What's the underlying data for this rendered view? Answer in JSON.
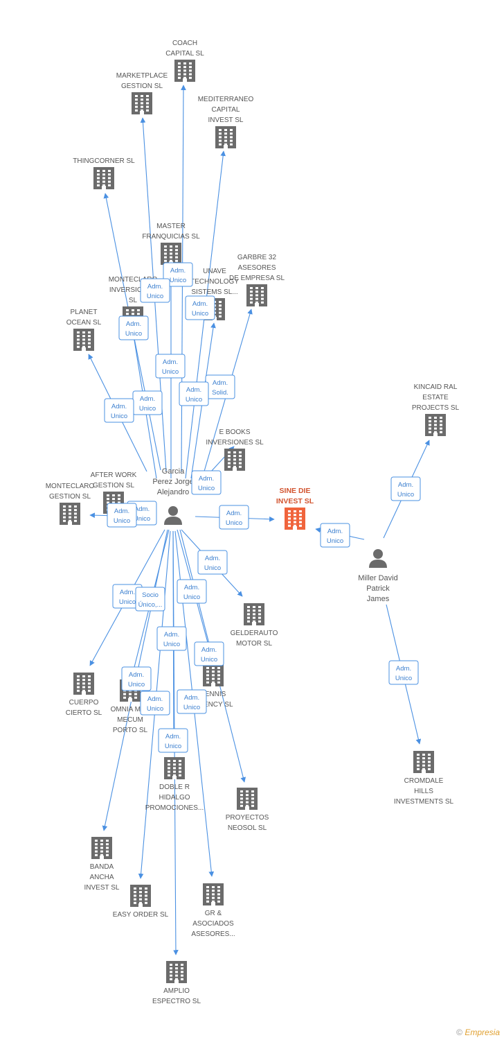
{
  "companies": [
    {
      "id": "coach",
      "lines": [
        "COACH",
        "CAPITAL  SL"
      ]
    },
    {
      "id": "marketplace",
      "lines": [
        "MARKETPLACE",
        "GESTION SL"
      ]
    },
    {
      "id": "mediterraneo",
      "lines": [
        "MEDITERRANEO",
        "CAPITAL",
        "INVEST  SL"
      ]
    },
    {
      "id": "thingcorner",
      "lines": [
        "THINGCORNER SL"
      ]
    },
    {
      "id": "master",
      "lines": [
        "MASTER",
        "FRANQUICIAS SL"
      ]
    },
    {
      "id": "garbre",
      "lines": [
        "GARBRE 32",
        "ASESORES",
        "DE EMPRESA  SL"
      ]
    },
    {
      "id": "unave",
      "lines": [
        "UNAVE",
        "TECHNOLOGY",
        "SISTEMS SL..."
      ]
    },
    {
      "id": "monteclaro_inv",
      "lines": [
        "MONTECLARO",
        "INVERSIONES",
        "SL"
      ]
    },
    {
      "id": "planet",
      "lines": [
        "PLANET",
        "OCEAN SL"
      ]
    },
    {
      "id": "kincaid",
      "lines": [
        "KINCAID RAL",
        "ESTATE",
        "PROJECTS SL"
      ]
    },
    {
      "id": "ebooks",
      "lines": [
        "E BOOKS",
        "INVERSIONES SL"
      ]
    },
    {
      "id": "afterwork",
      "lines": [
        "AFTER WORK",
        "GESTION SL"
      ]
    },
    {
      "id": "monteclaro_gest",
      "lines": [
        "MONTECLARO",
        "GESTION  SL"
      ]
    },
    {
      "id": "sinedie",
      "lines": [
        "SINE DIE",
        "INVEST SL"
      ],
      "highlight": true
    },
    {
      "id": "gelderauto",
      "lines": [
        "GELDERAUTO",
        "MOTOR SL"
      ]
    },
    {
      "id": "tennis",
      "lines": [
        "TENNIS",
        "AGENCY  SL"
      ]
    },
    {
      "id": "cuerpo",
      "lines": [
        "CUERPO",
        "CIERTO SL"
      ]
    },
    {
      "id": "omnia",
      "lines": [
        "OMNIA MEA",
        "MECUM",
        "PORTO SL"
      ]
    },
    {
      "id": "doble",
      "lines": [
        "DOBLE R",
        "HIDALGO",
        "PROMOCIONES..."
      ]
    },
    {
      "id": "proyectos",
      "lines": [
        "PROYECTOS",
        "NEOSOL  SL"
      ]
    },
    {
      "id": "cromdale",
      "lines": [
        "CROMDALE",
        "HILLS",
        "INVESTMENTS SL"
      ]
    },
    {
      "id": "banda",
      "lines": [
        "BANDA",
        "ANCHA",
        "INVEST SL"
      ]
    },
    {
      "id": "easyorder",
      "lines": [
        "EASY ORDER SL"
      ]
    },
    {
      "id": "gr",
      "lines": [
        "GR &",
        "ASOCIADOS",
        "ASESORES..."
      ]
    },
    {
      "id": "amplio",
      "lines": [
        "AMPLIO",
        "ESPECTRO  SL"
      ]
    }
  ],
  "persons": [
    {
      "id": "garcia",
      "lines": [
        "Garcia",
        "Perez Jorge",
        "Alejandro"
      ]
    },
    {
      "id": "miller",
      "lines": [
        "Miller David",
        "Patrick",
        "James"
      ]
    }
  ],
  "edges": [
    {
      "from": "garcia",
      "to": "coach",
      "label": [
        "Adm.",
        "Unico"
      ]
    },
    {
      "from": "garcia",
      "to": "marketplace",
      "label": [
        "Adm.",
        "Unico"
      ]
    },
    {
      "from": "garcia",
      "to": "mediterraneo",
      "label": [
        "Adm.",
        "Unico"
      ]
    },
    {
      "from": "garcia",
      "to": "thingcorner",
      "label": [
        "Adm.",
        "Unico"
      ]
    },
    {
      "from": "garcia",
      "to": "master",
      "label": [
        "Adm.",
        "Unico"
      ]
    },
    {
      "from": "garcia",
      "to": "garbre",
      "label": [
        "Adm.",
        "Solid."
      ]
    },
    {
      "from": "garcia",
      "to": "unave",
      "label": [
        "Adm.",
        "Unico"
      ]
    },
    {
      "from": "garcia",
      "to": "monteclaro_inv",
      "label": [
        "Adm.",
        "Unico"
      ]
    },
    {
      "from": "garcia",
      "to": "planet",
      "label": [
        "Adm.",
        "Unico"
      ]
    },
    {
      "from": "garcia",
      "to": "ebooks",
      "label": [
        "Adm.",
        "Unico"
      ]
    },
    {
      "from": "garcia",
      "to": "afterwork",
      "label": [
        "Adm.",
        "Unico"
      ]
    },
    {
      "from": "garcia",
      "to": "monteclaro_gest",
      "label": [
        "Adm.",
        "Unico"
      ]
    },
    {
      "from": "garcia",
      "to": "sinedie",
      "label": [
        "Adm.",
        "Unico"
      ]
    },
    {
      "from": "garcia",
      "to": "gelderauto",
      "label": [
        "Adm.",
        "Unico"
      ]
    },
    {
      "from": "garcia",
      "to": "tennis",
      "label": [
        "Adm.",
        "Unico"
      ]
    },
    {
      "from": "garcia",
      "to": "cuerpo",
      "label": [
        "Adm.",
        "Unico"
      ]
    },
    {
      "from": "garcia",
      "to": "omnia",
      "label": [
        "Socio",
        "Único,..."
      ]
    },
    {
      "from": "garcia",
      "to": "doble",
      "label": [
        "Adm.",
        "Unico"
      ]
    },
    {
      "from": "garcia",
      "to": "proyectos",
      "label": [
        "Adm.",
        "Unico"
      ]
    },
    {
      "from": "garcia",
      "to": "banda",
      "label": [
        "Adm.",
        "Unico"
      ]
    },
    {
      "from": "garcia",
      "to": "easyorder",
      "label": [
        "Adm.",
        "Unico"
      ]
    },
    {
      "from": "garcia",
      "to": "gr",
      "label": [
        "Adm.",
        "Unico"
      ]
    },
    {
      "from": "garcia",
      "to": "amplio",
      "label": [
        "Adm.",
        "Unico"
      ]
    },
    {
      "from": "miller",
      "to": "kincaid",
      "label": [
        "Adm.",
        "Unico"
      ]
    },
    {
      "from": "miller",
      "to": "sinedie",
      "label": [
        "Adm.",
        "Unico"
      ]
    },
    {
      "from": "miller",
      "to": "cromdale",
      "label": [
        "Adm.",
        "Unico"
      ]
    }
  ],
  "colors": {
    "edge": "#4a90e2",
    "building": "#6b6b6b",
    "highlight": "#f0643c",
    "person": "#6b6b6b"
  },
  "footer": {
    "copyright": "©",
    "brand": "Empresia"
  }
}
